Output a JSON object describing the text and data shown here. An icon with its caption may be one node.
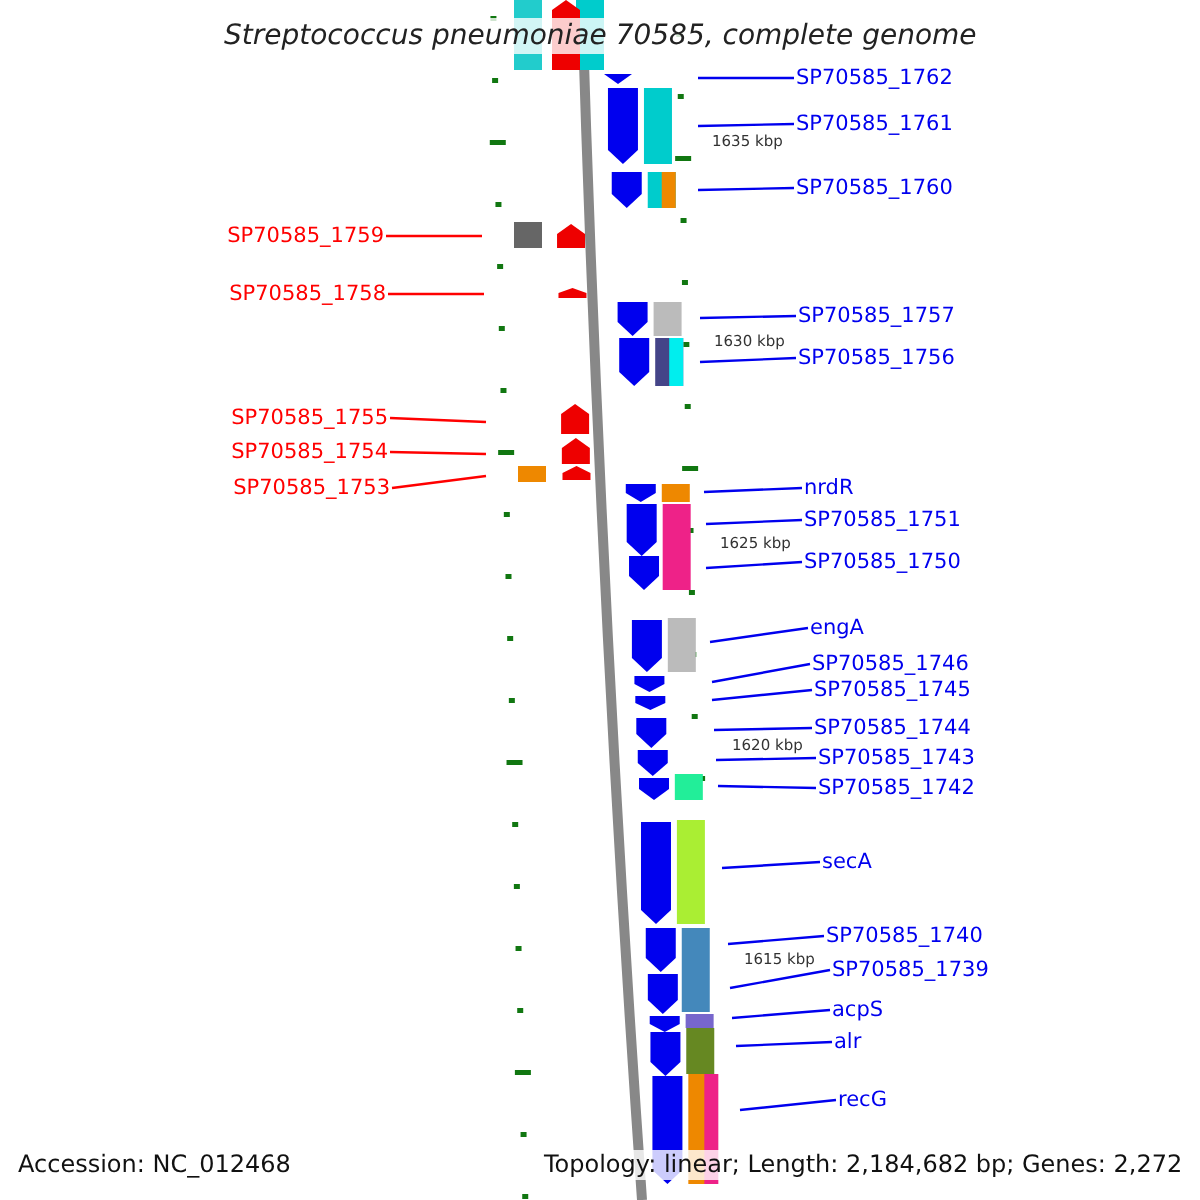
{
  "diagram": {
    "title": "Streptococcus pneumoniae 70585, complete genome",
    "nodes": [
      {
        "text": [
          "SP70585_1762"
        ]
      },
      {
        "text": [
          "SP70585_1761"
        ]
      },
      {
        "text": [
          "SP70585_1760"
        ]
      },
      {
        "text": [
          "SP70585_1759"
        ]
      },
      {
        "text": [
          "SP70585_1758"
        ]
      },
      {
        "text": [
          "SP70585_1757"
        ]
      },
      {
        "text": [
          "SP70585_1756"
        ]
      },
      {
        "text": [
          "SP70585_1755"
        ]
      },
      {
        "text": [
          "SP70585_1754"
        ]
      },
      {
        "text": [
          "SP70585_1753"
        ]
      },
      {
        "text": [
          "nrdR"
        ]
      },
      {
        "text": [
          "SP70585_1751"
        ]
      },
      {
        "text": [
          "SP70585_1750"
        ]
      },
      {
        "text": [
          "engA"
        ]
      },
      {
        "text": [
          "SP70585_1746"
        ]
      },
      {
        "text": [
          "SP70585_1745"
        ]
      },
      {
        "text": [
          "SP70585_1744"
        ]
      },
      {
        "text": [
          "SP70585_1743"
        ]
      },
      {
        "text": [
          "SP70585_1742"
        ]
      },
      {
        "text": [
          "secA"
        ]
      },
      {
        "text": [
          "SP70585_1740"
        ]
      },
      {
        "text": [
          "SP70585_1739"
        ]
      },
      {
        "text": [
          "acpS"
        ]
      },
      {
        "text": [
          "alr"
        ]
      },
      {
        "text": [
          "recG"
        ]
      }
    ],
    "edges": [
      {
        "from": 0,
        "to": null,
        "arrow": "none"
      },
      {
        "from": 1,
        "to": null,
        "arrow": "none"
      },
      {
        "from": 2,
        "to": null,
        "arrow": "none"
      },
      {
        "from": 3,
        "to": null,
        "arrow": "none",
        "color": "#ff0000"
      },
      {
        "from": 4,
        "to": null,
        "arrow": "none",
        "color": "#ff0000"
      },
      {
        "from": 5,
        "to": null,
        "arrow": "none"
      },
      {
        "from": 6,
        "to": null,
        "arrow": "none"
      },
      {
        "from": 7,
        "to": null,
        "arrow": "none",
        "color": "#ff0000"
      },
      {
        "from": 8,
        "to": null,
        "arrow": "none",
        "color": "#ff0000"
      },
      {
        "from": 9,
        "to": null,
        "arrow": "none",
        "color": "#ff0000"
      },
      {
        "from": 10,
        "to": null,
        "arrow": "none"
      },
      {
        "from": 11,
        "to": null,
        "arrow": "none"
      },
      {
        "from": 12,
        "to": null,
        "arrow": "none"
      },
      {
        "from": 13,
        "to": null,
        "arrow": "none"
      },
      {
        "from": 14,
        "to": null,
        "arrow": "none"
      },
      {
        "from": 15,
        "to": null,
        "arrow": "none"
      },
      {
        "from": 16,
        "to": null,
        "arrow": "none"
      },
      {
        "from": 17,
        "to": null,
        "arrow": "none"
      },
      {
        "from": 18,
        "to": null,
        "arrow": "none"
      },
      {
        "from": 19,
        "to": null,
        "arrow": "none"
      },
      {
        "from": 20,
        "to": null,
        "arrow": "none"
      },
      {
        "from": 21,
        "to": null,
        "arrow": "none"
      },
      {
        "from": 22,
        "to": null,
        "arrow": "none"
      },
      {
        "from": 23,
        "to": null,
        "arrow": "none"
      },
      {
        "from": 24,
        "to": null,
        "arrow": "none"
      }
    ],
    "labels": [
      "1635 kbp",
      "1630 kbp",
      "1625 kbp",
      "1620 kbp",
      "1615 kbp",
      "Accession: NC_012468",
      "Topology: linear; Length: 2,184,682 bp; Genes: 2,272"
    ]
  }
}
